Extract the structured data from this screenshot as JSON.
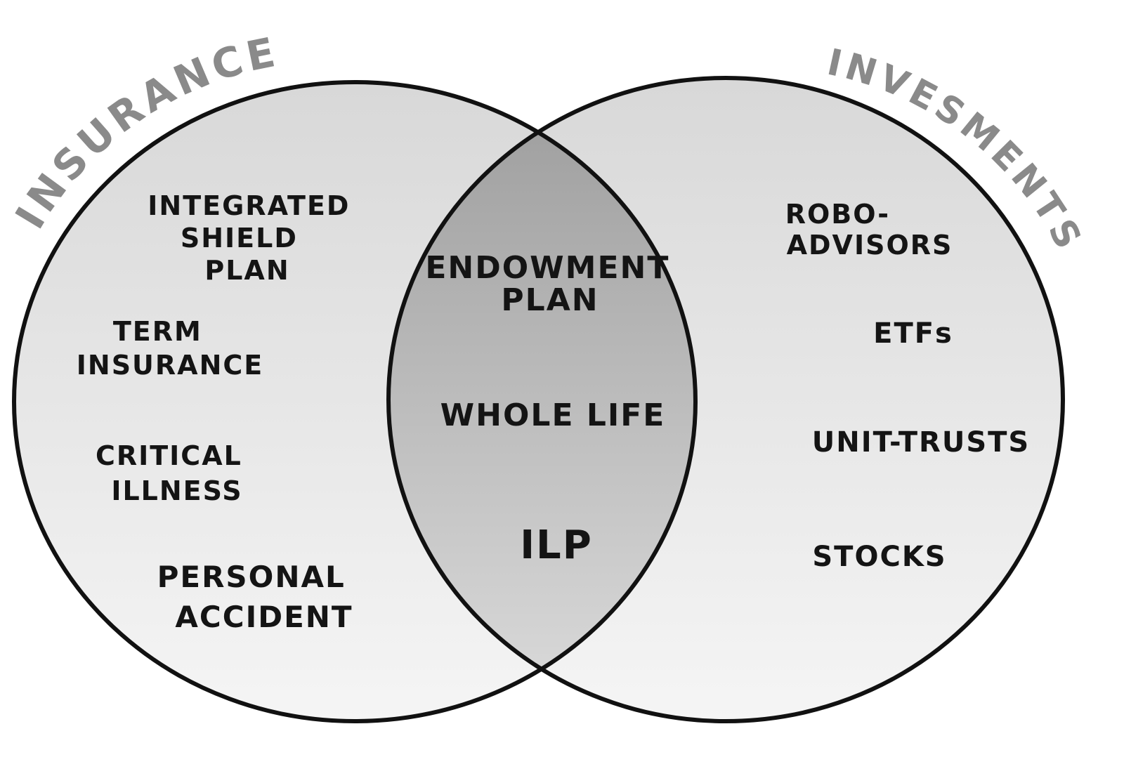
{
  "sets": {
    "left": {
      "title": "INSURANCE",
      "items": [
        [
          "INTEGRATED",
          "SHIELD",
          "PLAN"
        ],
        [
          "TERM",
          "INSURANCE"
        ],
        [
          "CRITICAL",
          "ILLNESS"
        ],
        [
          "PERSONAL",
          "ACCIDENT"
        ]
      ]
    },
    "right": {
      "title": "INVESMENTS",
      "items": [
        [
          "ROBO-",
          "ADVISORS"
        ],
        [
          "ETFs"
        ],
        [
          "UNIT-TRUSTS"
        ],
        [
          "STOCKS"
        ]
      ]
    },
    "overlap": {
      "items": [
        [
          "ENDOWMENT",
          "PLAN"
        ],
        [
          "WHOLE LIFE"
        ],
        [
          "ILP"
        ]
      ]
    }
  },
  "colors": {
    "circle_top": "#d8d8d8",
    "circle_bottom": "#f5f5f5",
    "overlap_top": "#9c9c9c",
    "overlap_bottom": "#dcdcdc",
    "outline": "#111111",
    "title": "#8a8a8a",
    "text": "#141414"
  }
}
